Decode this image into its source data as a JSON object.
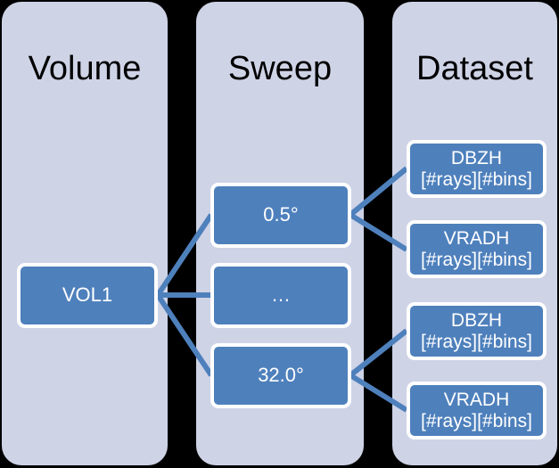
{
  "diagram": {
    "title_volume": "Volume",
    "title_sweep": "Sweep",
    "title_dataset": "Dataset",
    "colors": {
      "panel_background": "#CFD3E6",
      "node_fill": "#4E80BC",
      "node_border": "#FFFFFF",
      "connector": "#4E80BC",
      "canvas_background": "#000000",
      "title_text": "#000000",
      "node_text": "#FFFFFF"
    },
    "columns": [
      {
        "name": "volume",
        "heading": "Volume",
        "nodes": [
          {
            "id": "vol1",
            "line1": "VOL1",
            "line2": ""
          }
        ]
      },
      {
        "name": "sweep",
        "heading": "Sweep",
        "nodes": [
          {
            "id": "sweep-first",
            "line1": "0.5°",
            "line2": ""
          },
          {
            "id": "sweep-ellipsis",
            "line1": "…",
            "line2": ""
          },
          {
            "id": "sweep-last",
            "line1": "32.0°",
            "line2": ""
          }
        ]
      },
      {
        "name": "dataset",
        "heading": "Dataset",
        "nodes": [
          {
            "id": "dataset-dbzh-1",
            "line1": "DBZH",
            "line2": "[#rays][#bins]"
          },
          {
            "id": "dataset-vradh-1",
            "line1": "VRADH",
            "line2": "[#rays][#bins]"
          },
          {
            "id": "dataset-dbzh-2",
            "line1": "DBZH",
            "line2": "[#rays][#bins]"
          },
          {
            "id": "dataset-vradh-2",
            "line1": "VRADH",
            "line2": "[#rays][#bins]"
          }
        ]
      }
    ],
    "edges": [
      {
        "from": "vol1",
        "to": "sweep-first"
      },
      {
        "from": "vol1",
        "to": "sweep-ellipsis"
      },
      {
        "from": "vol1",
        "to": "sweep-last"
      },
      {
        "from": "sweep-first",
        "to": "dataset-dbzh-1"
      },
      {
        "from": "sweep-first",
        "to": "dataset-vradh-1"
      },
      {
        "from": "sweep-last",
        "to": "dataset-dbzh-2"
      },
      {
        "from": "sweep-last",
        "to": "dataset-vradh-2"
      }
    ]
  }
}
